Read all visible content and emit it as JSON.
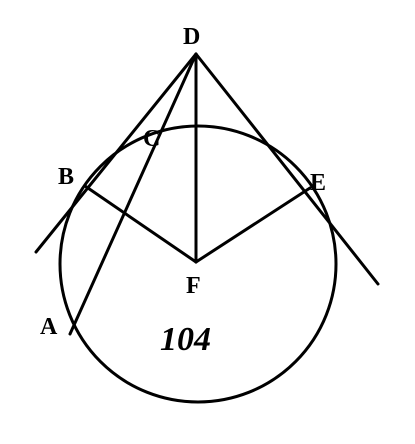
{
  "figure": {
    "number": "104",
    "ink_color": "#000000",
    "background_color": "#ffffff",
    "points": {
      "D": "D",
      "C": "C",
      "B": "B",
      "E": "E",
      "F": "F",
      "A": "A"
    }
  }
}
